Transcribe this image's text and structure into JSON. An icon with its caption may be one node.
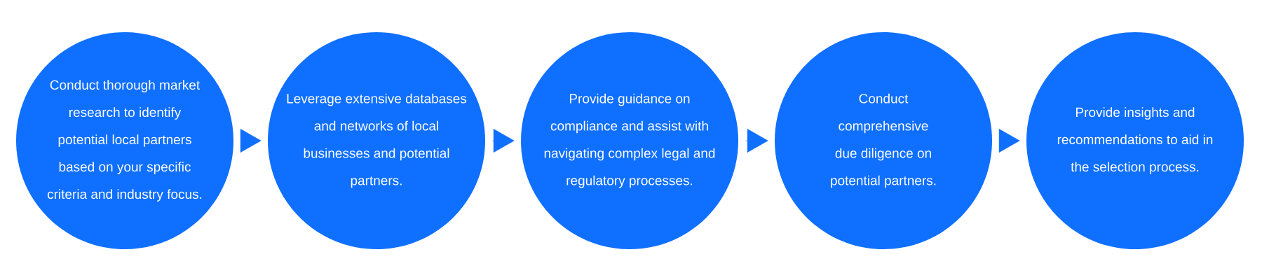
{
  "diagram": {
    "nodes": [
      {
        "text": [
          "Conduct thorough market research to identify potential local partners based on your specific criteria and industry focus."
        ]
      },
      {
        "text": [
          "Leverage extensive databases and networks of local businesses and potential partners."
        ]
      },
      {
        "text": [
          "Provide guidance on compliance and assist with navigating complex legal and regulatory processes."
        ]
      },
      {
        "text": [
          "Conduct comprehensive due diligence on potential partners."
        ]
      },
      {
        "text": [
          "Provide insights and recommendations to aid in the selection process."
        ]
      }
    ],
    "edges": [
      {
        "from": 0,
        "to": 1,
        "arrow": "to"
      },
      {
        "from": 1,
        "to": 2,
        "arrow": "to"
      },
      {
        "from": 2,
        "to": 3,
        "arrow": "to"
      },
      {
        "from": 3,
        "to": 4,
        "arrow": "to"
      }
    ]
  }
}
